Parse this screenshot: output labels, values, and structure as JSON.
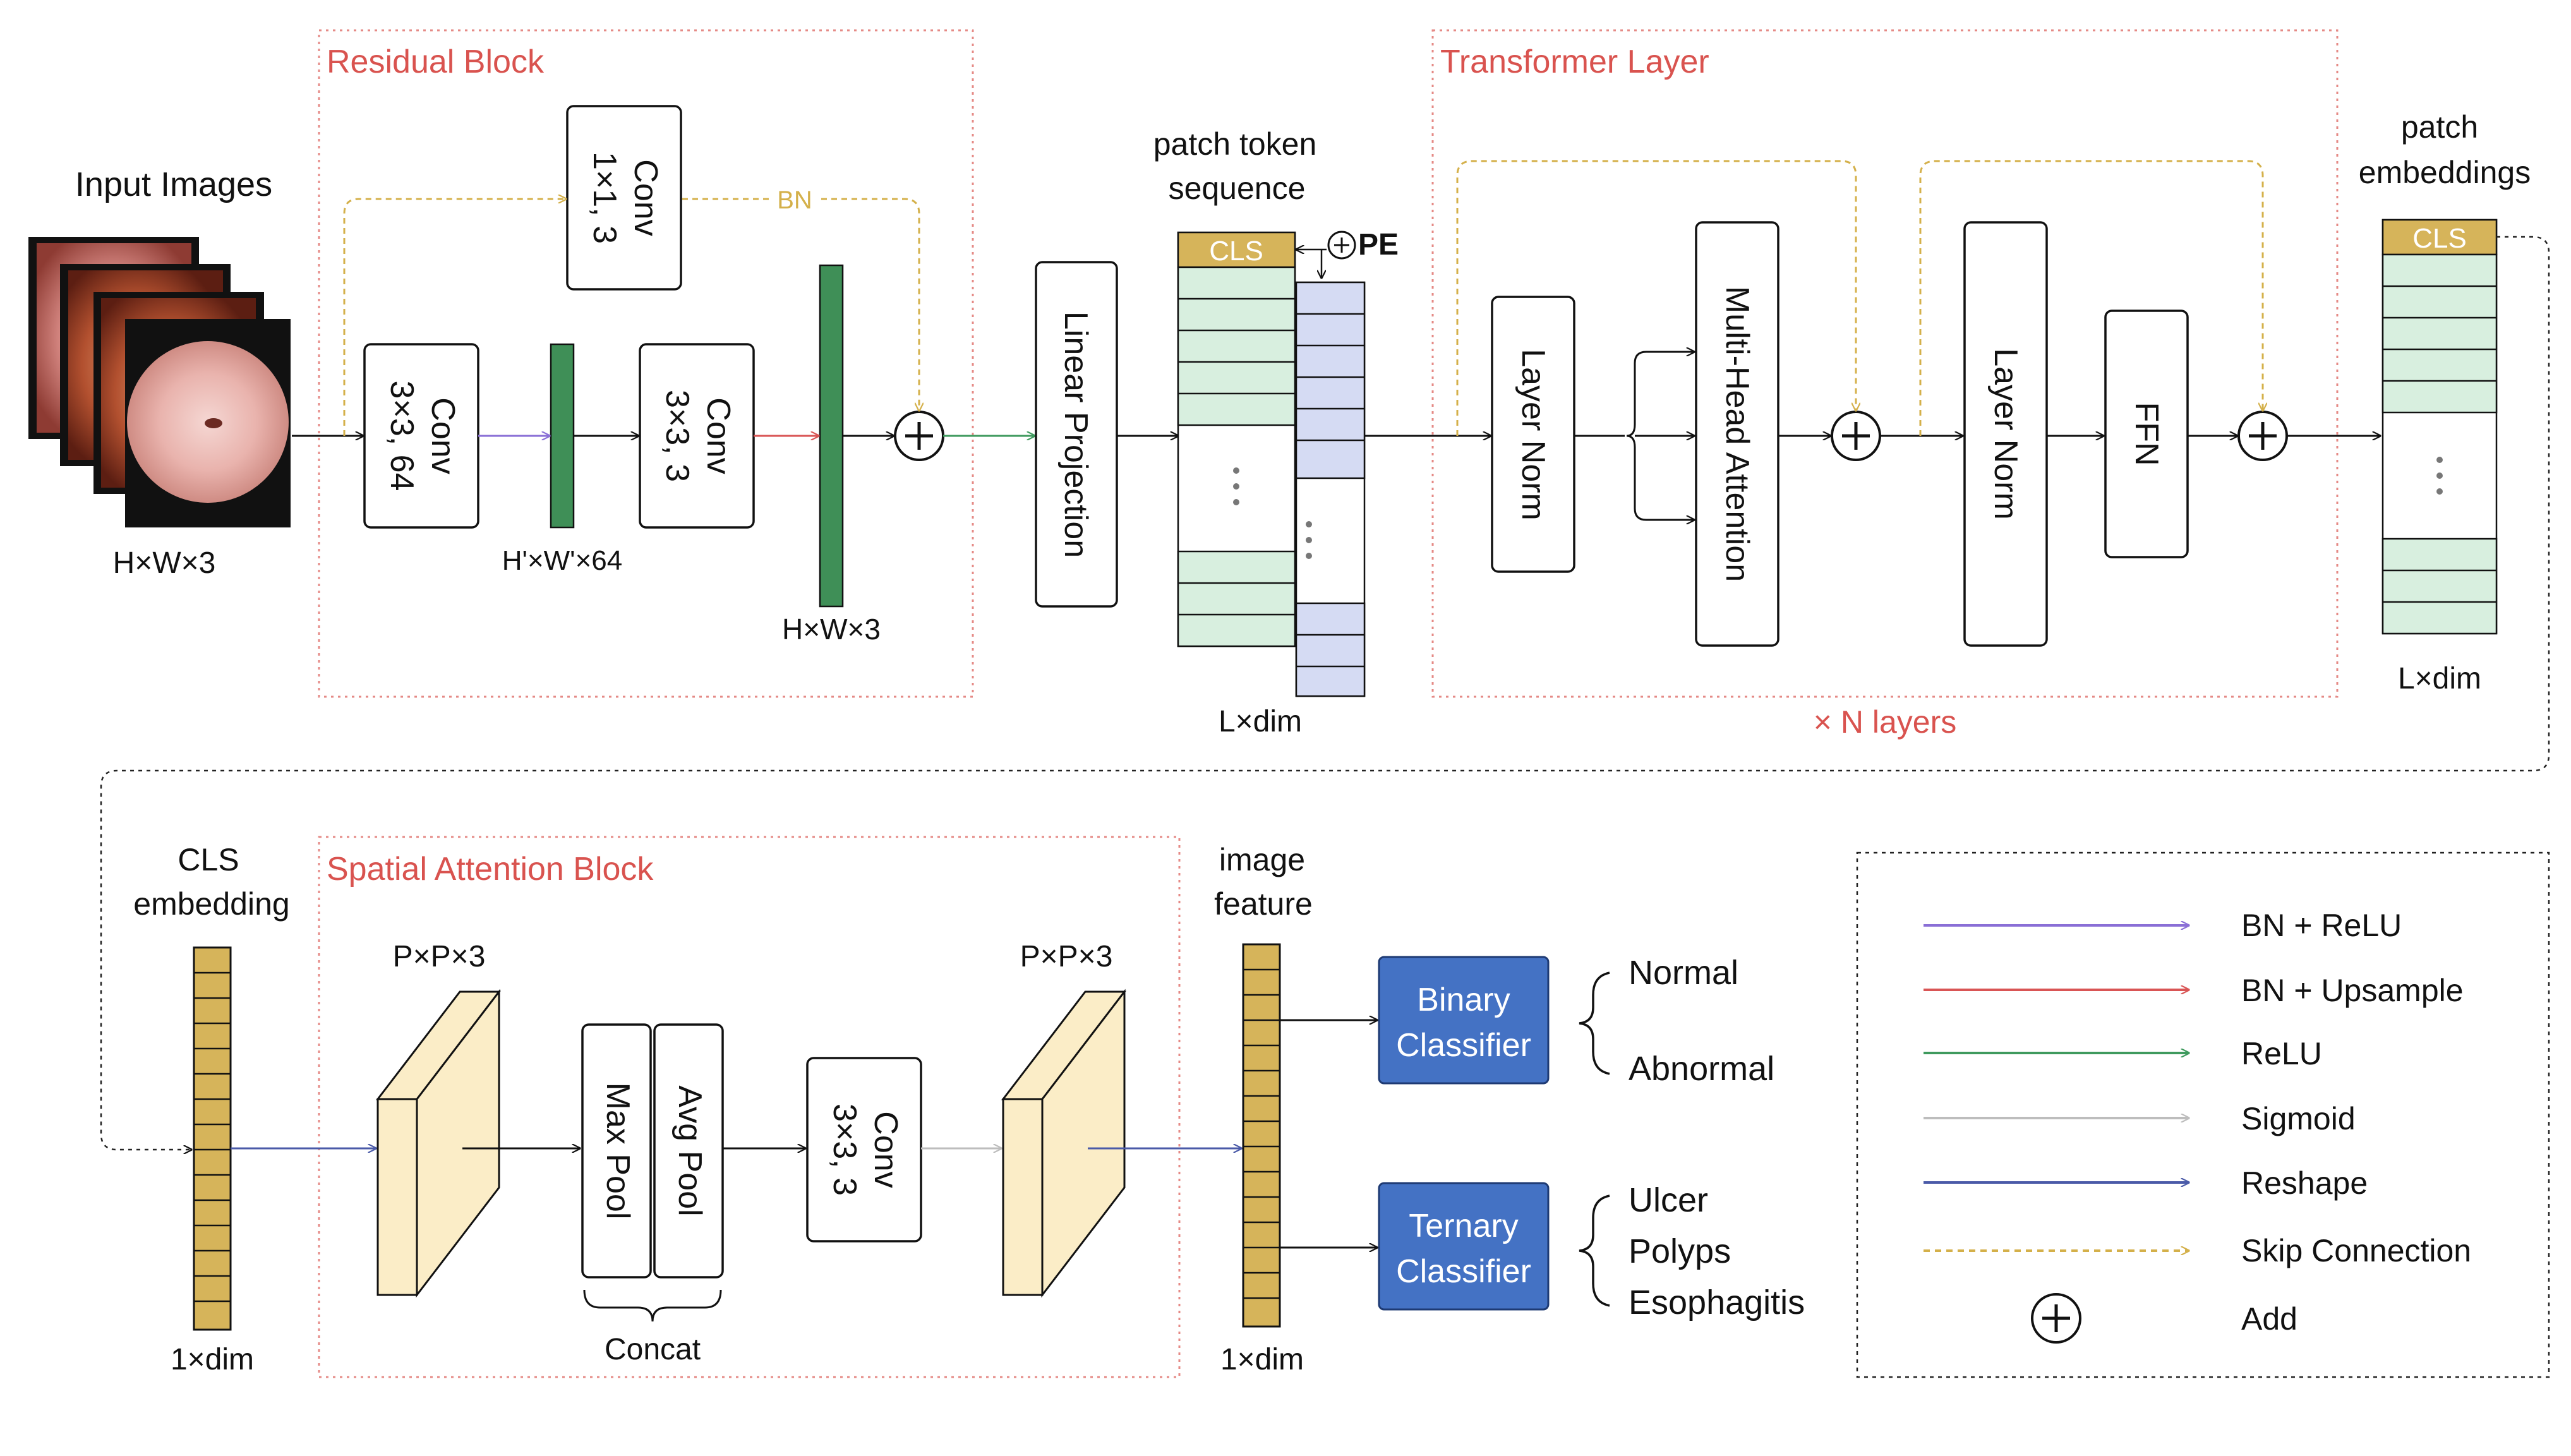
{
  "input": {
    "title": "Input Images",
    "size": "H×W×3"
  },
  "residual_block": {
    "title": "Residual Block",
    "conv_top": [
      "Conv",
      "1×1, 3"
    ],
    "bn_label": "BN",
    "conv_left": [
      "Conv",
      "3×3, 64"
    ],
    "conv_mid": [
      "Conv",
      "3×3, 3"
    ],
    "feature_size_mid": "H'×W'×64",
    "feature_size_out": "H×W×3"
  },
  "linear_projection": "Linear Projection",
  "token_sequence": {
    "title": [
      "patch token",
      "sequence"
    ],
    "cls": "CLS",
    "pe": "PE",
    "size": "L×dim"
  },
  "transformer": {
    "title": "Transformer Layer",
    "layer_norm_1": "Layer Norm",
    "mha": "Multi-Head  Attention",
    "layer_norm_2": "Layer Norm",
    "ffn": "FFN",
    "repeat": "× N layers"
  },
  "patch_embeddings": {
    "title": [
      "patch",
      "embeddings"
    ],
    "cls": "CLS",
    "size": "L×dim"
  },
  "cls_embedding": {
    "title": [
      "CLS",
      "embedding"
    ],
    "size": "1×dim"
  },
  "spatial_attention": {
    "title": "Spatial Attention Block",
    "in_size": "P×P×3",
    "max_pool": "Max Pool",
    "avg_pool": "Avg Pool",
    "concat": "Concat",
    "conv": [
      "Conv",
      "3×3, 3"
    ],
    "out_size": "P×P×3"
  },
  "image_feature": {
    "title": [
      "image",
      "feature"
    ],
    "size": "1×dim"
  },
  "binary_classifier": {
    "label": [
      "Binary",
      "Classifier"
    ],
    "classes": [
      "Normal",
      "Abnormal"
    ]
  },
  "ternary_classifier": {
    "label": [
      "Ternary",
      "Classifier"
    ],
    "classes": [
      "Ulcer",
      "Polyps",
      "Esophagitis"
    ]
  },
  "legend": {
    "items": [
      {
        "label": "BN + ReLU",
        "color": "#8a6fd6",
        "style": "solid"
      },
      {
        "label": "BN + Upsample",
        "color": "#d95555",
        "style": "solid"
      },
      {
        "label": "ReLU",
        "color": "#3f9a5e",
        "style": "solid"
      },
      {
        "label": "Sigmoid",
        "color": "#bdbdbd",
        "style": "solid"
      },
      {
        "label": "Reshape",
        "color": "#4a5aa8",
        "style": "solid"
      },
      {
        "label": "Skip Connection",
        "color": "#d4b04a",
        "style": "dashed"
      },
      {
        "label": "Add",
        "icon": "plus-circle-icon"
      }
    ]
  },
  "colors": {
    "block_title": "#d9534f",
    "block_border": "#e58a86",
    "skip": "#d4b04a",
    "green_bar": "#3f8f57",
    "token_green": "#d8efdf",
    "token_blue": "#d5dbf3",
    "cls_gold": "#d6b45a",
    "classifier": "#4472c4",
    "cube": "#fbedc7"
  }
}
